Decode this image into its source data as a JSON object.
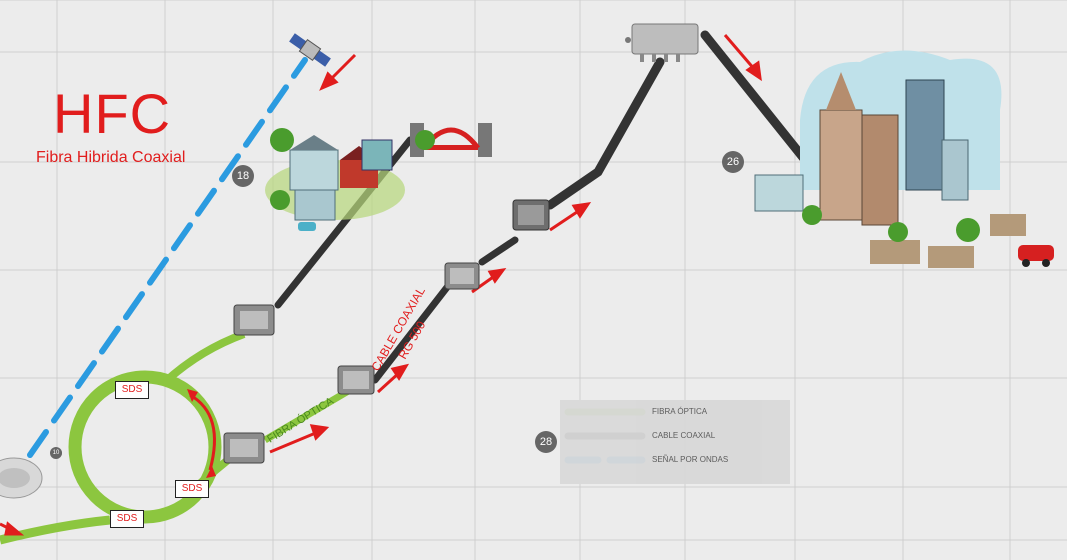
{
  "title": "HFC",
  "subtitle": "Fibra Hibrida Coaxial",
  "labels": {
    "fibra": "FIBRA ÓPTICA",
    "cable_line1": "CABLE COAXIAL",
    "cable_line2": "RG 500",
    "sds": "SDS"
  },
  "numbers": {
    "n18": "18",
    "n26": "26",
    "n28": "28",
    "n10": "10"
  },
  "legend": {
    "items": [
      {
        "label": "FIBRA ÓPTICA",
        "color": "#8cc63f"
      },
      {
        "label": "CABLE COAXIAL",
        "color": "#333333"
      },
      {
        "label": "SEÑAL POR ONDAS",
        "color": "#2b9be0"
      }
    ]
  },
  "colors": {
    "fiber": "#8cc63f",
    "coax": "#333333",
    "wave": "#2b9be0",
    "arrow": "#e11d1d",
    "title": "#e11d1d"
  },
  "icons": [
    "satellite-icon",
    "dish-icon",
    "node-icon",
    "splitter-icon",
    "houses-icon",
    "bridge-icon",
    "city-icon",
    "car-icon"
  ]
}
